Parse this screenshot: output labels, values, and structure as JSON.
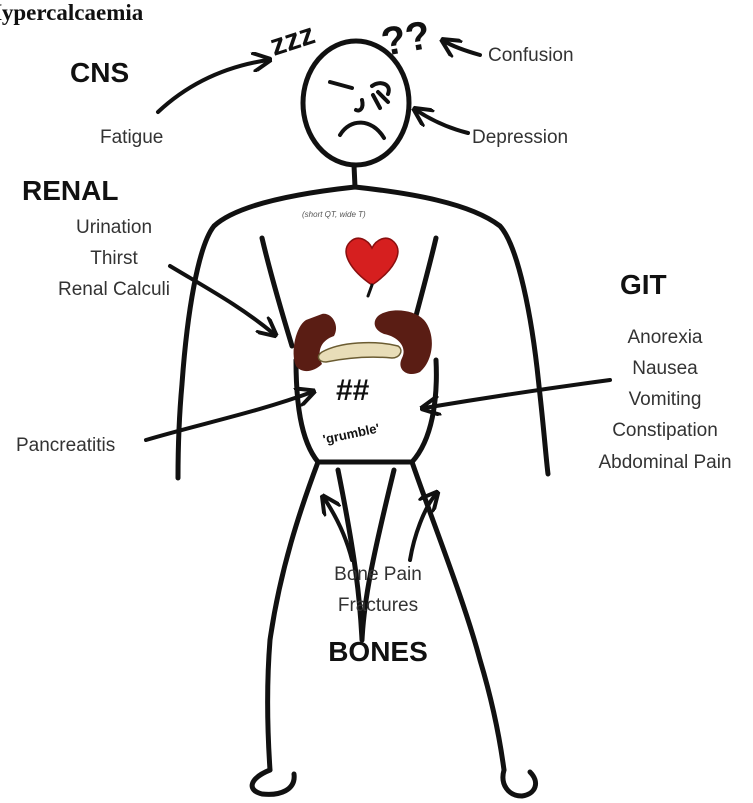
{
  "title": "Hypercalcaemia",
  "colors": {
    "ink": "#111111",
    "text": "#333333",
    "heart": "#d61f1f",
    "kidney": "#5a1d14",
    "pancreas": "#e8ddb8"
  },
  "sections": {
    "cns": {
      "label": "CNS",
      "items": [
        "Fatigue",
        "Confusion",
        "Depression"
      ]
    },
    "renal": {
      "label": "RENAL",
      "items": [
        "Urination",
        "Thirst",
        "Renal Calculi",
        "Pancreatitis"
      ]
    },
    "git": {
      "label": "GIT",
      "items": [
        "Anorexia",
        "Nausea",
        "Vomiting",
        "Constipation",
        "Abdominal Pain"
      ]
    },
    "bones": {
      "label": "BONES",
      "items": [
        "Bone Pain",
        "Fractures"
      ]
    }
  },
  "figure": {
    "sleep_mark": "zzz",
    "confusion_mark": "??",
    "ecg_note": "(short QT, wide T)",
    "stomach_mark": "##",
    "stomach_sound": "'grumble'"
  },
  "icons": [
    "heart-icon",
    "left-kidney-icon",
    "right-kidney-icon",
    "pancreas-icon"
  ]
}
